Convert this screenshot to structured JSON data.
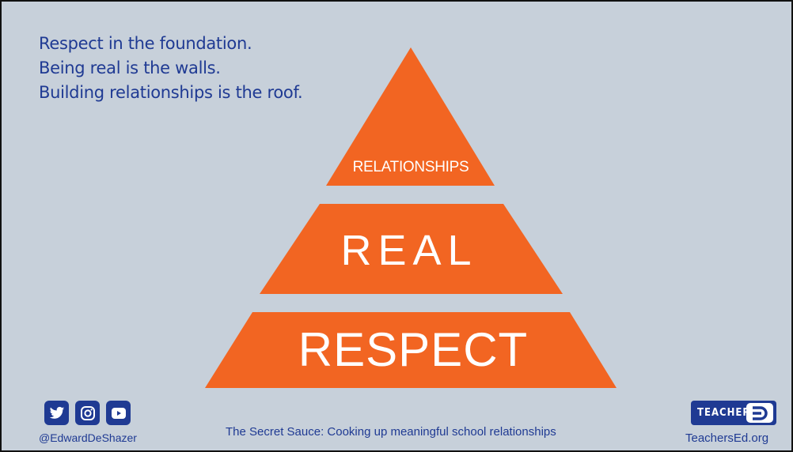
{
  "intro_lines": [
    "Respect in the foundation.",
    "Being real is the walls.",
    "Building relationships is the roof."
  ],
  "pyramid": {
    "color": "#f26522",
    "tiers": {
      "top": "RELATIONSHIPS",
      "middle": "REAL",
      "bottom": "RESPECT"
    }
  },
  "footer": {
    "social_icons": [
      "twitter-icon",
      "instagram-icon",
      "youtube-icon"
    ],
    "handle": "@EdwardDeShazer",
    "title": "The Secret Sauce: Cooking up meaningful school relationships",
    "logo_text": "TEACHERS",
    "site": "TeachersEd.org"
  },
  "colors": {
    "background": "#c7d0da",
    "text_blue": "#1f3a93",
    "orange": "#f26522"
  }
}
